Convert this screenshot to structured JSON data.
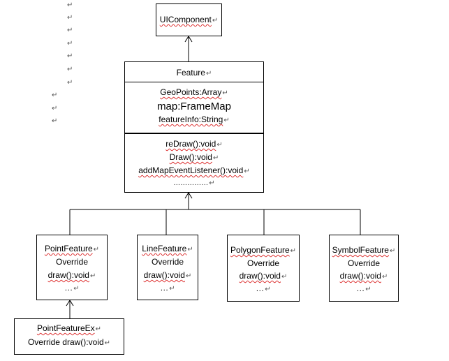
{
  "paragraph_mark": "↵",
  "ui_component": {
    "name": "UIComponent"
  },
  "feature": {
    "name": "Feature",
    "attributes": [
      "GeoPoints:Array",
      "map:FrameMap",
      "featureInfo:String"
    ],
    "methods": [
      "reDraw():void",
      "Draw():void",
      "addMapEventListener():void",
      "……………"
    ]
  },
  "subclasses": [
    {
      "name": "PointFeature",
      "lines": [
        "Override",
        "draw():void",
        "…"
      ]
    },
    {
      "name": "LineFeature",
      "lines": [
        "Override",
        "draw():void",
        "…"
      ]
    },
    {
      "name": "PolygonFeature",
      "lines": [
        "Override",
        "draw():void",
        "…"
      ]
    },
    {
      "name": "SymbolFeature",
      "lines": [
        "Override",
        "draw():void",
        "…"
      ]
    }
  ],
  "point_feature_ex": {
    "name": "PointFeatureEx",
    "line": "Override draw():void"
  }
}
